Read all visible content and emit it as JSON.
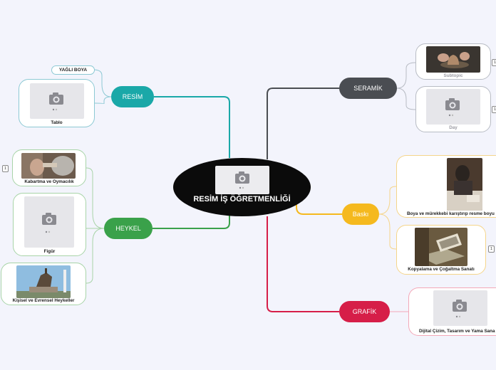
{
  "central": {
    "title": "RESİM İŞ ÖĞRETMENLİĞİ"
  },
  "topics": {
    "resim": {
      "label": "RESİM",
      "color": "#1aa8a8"
    },
    "heykel": {
      "label": "HEYKEL",
      "color": "#3aa14a"
    },
    "seramik": {
      "label": "SERAMİK",
      "color": "#4a4d52"
    },
    "baski": {
      "label": "Baskı",
      "color": "#f5b91e"
    },
    "grafik": {
      "label": "GRAFİK",
      "color": "#d61e48"
    }
  },
  "subtopics": {
    "yagli_boya": "YAĞLI BOYA",
    "tablo": "Tablo",
    "kabartma": "Kabartma ve Oymacılık",
    "figur": "Figür",
    "kisisel": "Kişisel ve Evrensel Heykeller",
    "subtopic": "Subtopic",
    "day": "Day",
    "boya": "Boya ve mürekkebi karıştırıp resme boyu",
    "kopyalama": "Kopyalama ve Çoğaltma Sanatı",
    "dijital": "Dijital Çizim, Tasarım ve Yama Sana"
  },
  "notes": {
    "count": "1"
  },
  "icons": [
    "camera-icon"
  ]
}
